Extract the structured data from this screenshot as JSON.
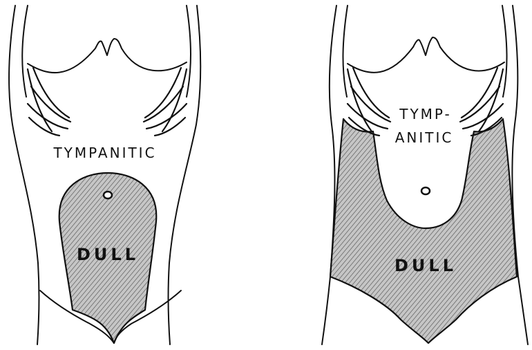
{
  "figure": {
    "left_panel": {
      "upper_label": "TYMPANITIC",
      "lower_label": "DULL"
    },
    "right_panel": {
      "upper_label_line1": "TYMP-",
      "upper_label_line2": "ANITIC",
      "lower_label": "DULL"
    },
    "colors": {
      "ink": "#111111",
      "dull_fill": "#b8b8b8",
      "background": "#ffffff"
    }
  }
}
